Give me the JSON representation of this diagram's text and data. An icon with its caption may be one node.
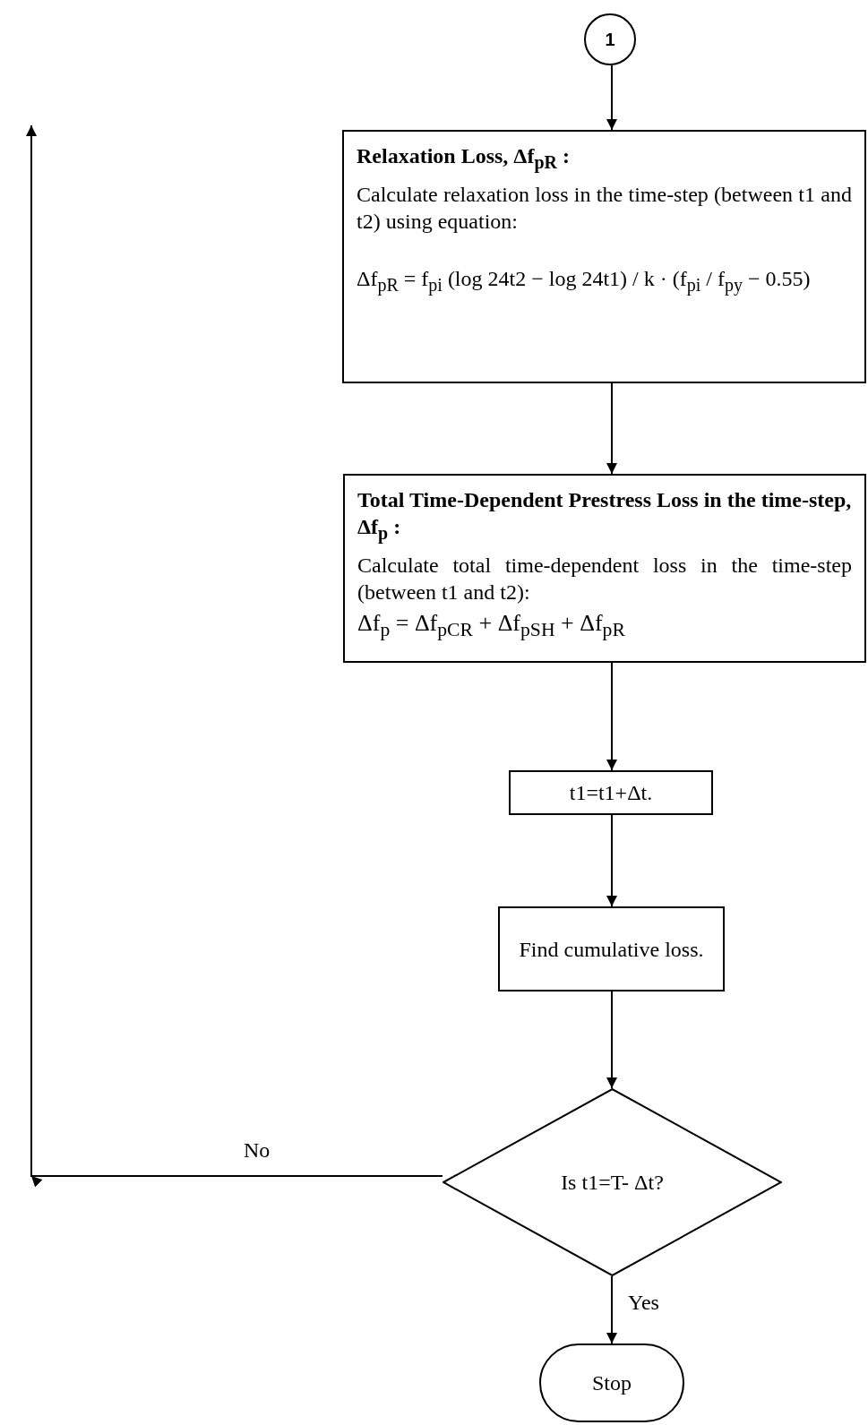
{
  "diagram": {
    "nodes": [
      {
        "text": [
          "1"
        ]
      },
      {
        "text": [
          "Relaxation Loss, Δf$_{pR}$ :",
          "Calculate relaxation loss in the time-step (between t1 and t2) using equation:",
          "Δf$_{pR}$ = f$_{pi}$ (log 24t2 − log 24t1) / k · (f$_{pi}$ / f$_{py}$ − 0.55)"
        ]
      },
      {
        "text": [
          "Total Time-Dependent Prestress Loss in the time-step, Δf$_{p}$ :",
          "Calculate total time-dependent loss in the time-step (between t1 and t2):",
          "Δf$_{p}$ = Δf$_{pCR}$ + Δf$_{pSH}$ + Δf$_{pR}$"
        ]
      },
      {
        "text": [
          "t1=t1+Δt."
        ]
      },
      {
        "text": [
          "Find cumulative loss."
        ]
      },
      {
        "text": [
          "Is t1=T- Δt?"
        ]
      },
      {
        "text": [
          "Stop"
        ]
      }
    ],
    "edges": [
      {
        "from": 0,
        "to": 1,
        "arrow": "to"
      },
      {
        "from": 1,
        "to": 2,
        "arrow": "to"
      },
      {
        "from": 2,
        "to": 3,
        "arrow": "to"
      },
      {
        "from": 3,
        "to": 4,
        "arrow": "to"
      },
      {
        "from": 4,
        "to": 5,
        "arrow": "to"
      },
      {
        "from": 5,
        "to": null,
        "arrow": "to",
        "label": "No"
      },
      {
        "from": 5,
        "to": 6,
        "arrow": "to",
        "label": "Yes"
      }
    ]
  }
}
